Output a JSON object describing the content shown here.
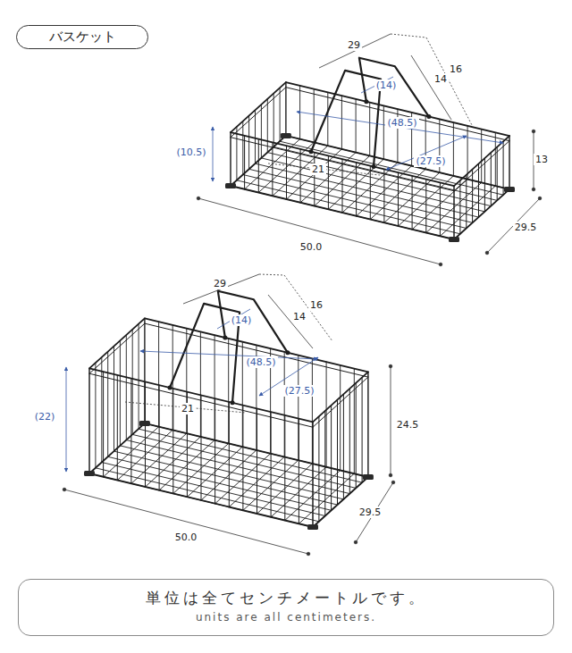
{
  "diagram": {
    "nodes": [
      {
        "text": [
          "バスケット"
        ]
      },
      {
        "text": [
          "単位は全てセンチメートルです。",
          "units are all centimeters."
        ]
      }
    ],
    "labels": [
      "29",
      "16",
      "14",
      "(14)",
      "(48.5)",
      "(10.5)",
      "21",
      "(27.5)",
      "13",
      "50.0",
      "29.5",
      "29",
      "16",
      "14",
      "(14)",
      "(48.5)",
      "(22)",
      "21",
      "(27.5)",
      "24.5",
      "50.0",
      "29.5"
    ]
  }
}
